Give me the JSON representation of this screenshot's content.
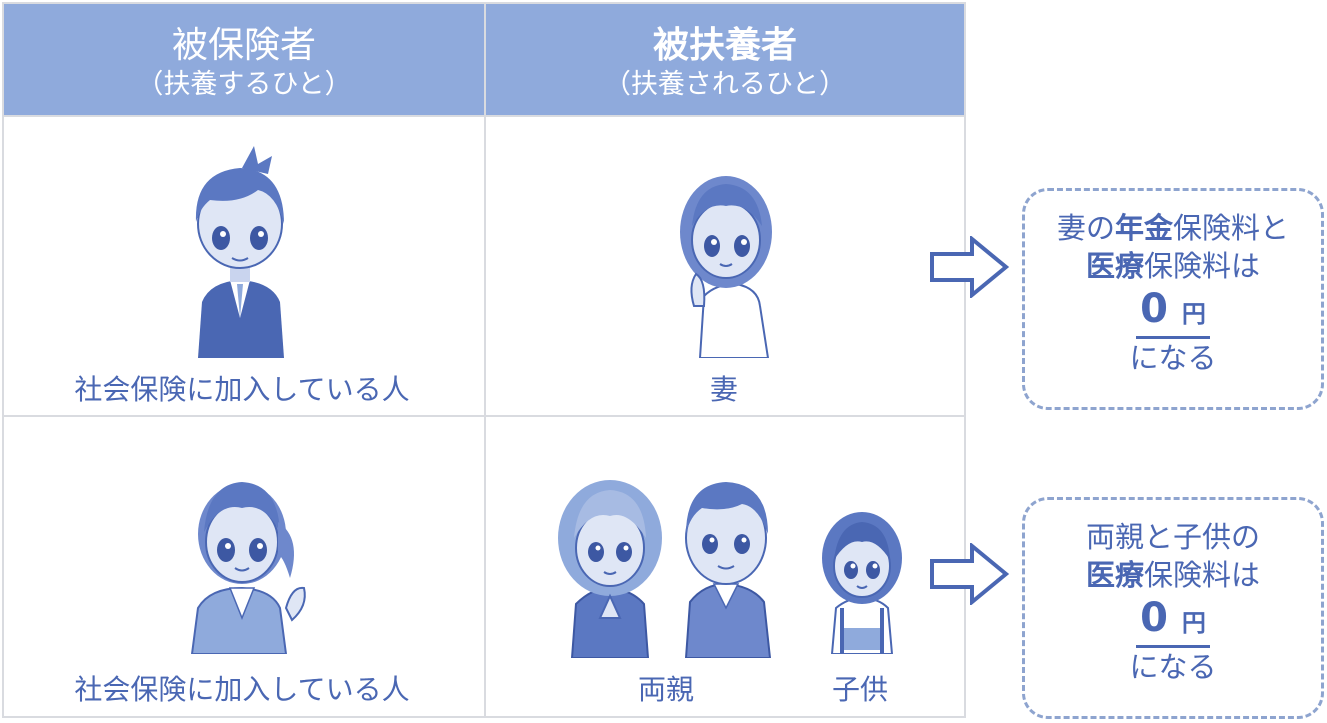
{
  "header": {
    "insured_title": "被保険者",
    "insured_sub": "（扶養するひと）",
    "dependent_title": "被扶養者",
    "dependent_sub": "（扶養されるひと）"
  },
  "row1": {
    "insured_caption": "社会保険に加入している人",
    "dependent_caption": "妻"
  },
  "row2": {
    "insured_caption": "社会保険に加入している人",
    "parents_caption": "両親",
    "child_caption": "子供"
  },
  "result1": {
    "line1_a": "妻の",
    "line1_b": "年金",
    "line1_c": "保険料と",
    "line2_a": "医療",
    "line2_b": "保険料は",
    "amount": "0",
    "unit": "円",
    "line3": "になる"
  },
  "result2": {
    "line1": "両親と子供の",
    "line2_a": "医療",
    "line2_b": "保険料は",
    "amount": "0",
    "unit": "円",
    "line3": "になる"
  },
  "colors": {
    "header_bg": "#8faadc",
    "text": "#4a67b3",
    "figure": "#5b78c2",
    "box_border": "#8ea4cf"
  }
}
